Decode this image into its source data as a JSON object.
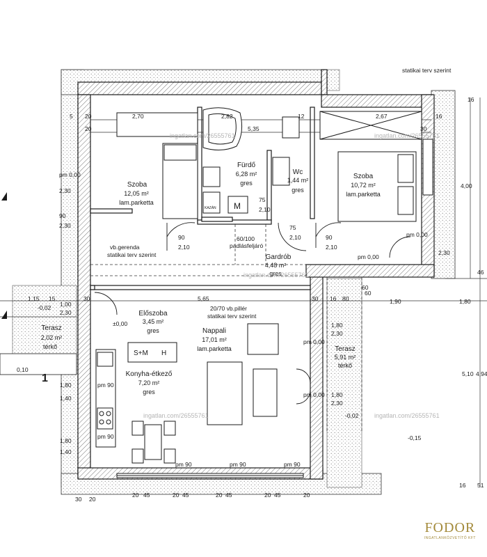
{
  "rooms": {
    "szoba_left": {
      "name": "Szoba",
      "area": "12,05 m²",
      "floor": "lam.parketta"
    },
    "furdo": {
      "name": "Fürdő",
      "area": "6,28 m²",
      "floor": "gres"
    },
    "wc": {
      "name": "Wc",
      "area": "1,44 m²",
      "floor": "gres"
    },
    "szoba_right": {
      "name": "Szoba",
      "area": "10,72 m²",
      "floor": "lam.parketta"
    },
    "gardrob": {
      "name": "Gardrób",
      "area": "4,48 m²",
      "floor": "gres"
    },
    "eloszoba": {
      "name": "Előszoba",
      "area": "3,45 m²",
      "floor": "gres"
    },
    "nappali": {
      "name": "Nappali",
      "area": "17,01 m²",
      "floor": "lam.parketta"
    },
    "konyha": {
      "name": "Konyha-étkező",
      "area": "7,20 m²",
      "floor": "gres"
    },
    "terasz_left": {
      "name": "Terasz",
      "area": "2,02 m²",
      "floor": "térkő"
    },
    "terasz_right": {
      "name": "Terasz",
      "area": "5,91 m²",
      "floor": "térkő"
    }
  },
  "notes": {
    "top_right": "statikai terv szerint",
    "gerenda_1": "vb.gerenda",
    "gerenda_2": "statikai terv szerint",
    "piller_1": "20/70 vb.pillér",
    "piller_2": "statikai terv szerint",
    "padlas": "60/100",
    "padlas_2": "padlásfeljáró",
    "heater": "KAZÁN",
    "m": "M",
    "sm": "S+M",
    "h": "H",
    "marker": "1"
  },
  "dimensions": {
    "d_270": "2,70",
    "d_282": "2,82",
    "d_12": "12",
    "d_267": "2,67",
    "d_16": "16",
    "d_535": "5,35",
    "d_5": "5",
    "d_20": "20",
    "d_30": "30",
    "d_20b": "20",
    "d_pm000_l": "pm 0,00",
    "d_230_l": "2,30",
    "d_90_l": "90",
    "d_230_l2": "2,30",
    "d_90_a": "90",
    "d_210_a": "2,10",
    "d_75": "75",
    "d_210_b": "2,10",
    "d_75b": "75",
    "d_210_c": "2,10",
    "d_90_b": "90",
    "d_210_d": "2,10",
    "d_pm000_r": "pm 0,00",
    "d_230_r": "2,30",
    "d_pm000_c": "pm 0,00",
    "d_400": "4,00",
    "d_565": "5,65",
    "d_115": "1,15",
    "d_15": "15",
    "d_002": "-0,02",
    "d_100": "1,00",
    "d_230_t": "2,30",
    "d_000": "±0,00",
    "d_30b": "30",
    "d_16b": "16",
    "d_80": "80",
    "d_190": "1,90",
    "d_180": "1,80",
    "d_60": "60",
    "d_30c": "30",
    "d_pm000_n1": "pm 0,00",
    "d_pm000_n2": "pm 0,00",
    "d_180b": "1,80",
    "d_230_n1": "2,30",
    "d_180c": "1,80",
    "d_230_n2": "2,30",
    "d_510": "5,10",
    "d_494": "4,94",
    "d_002b": "-0,02",
    "d_015": "-0,15",
    "d_010": "0,10",
    "d_pm90_1": "pm 90",
    "d_180_k": "1,80",
    "d_140_k": "1,40",
    "d_pm90_2": "pm 90",
    "d_180_k2": "1,80",
    "d_140_k2": "1,40",
    "d_pm90_b1": "pm 90",
    "d_pm90_b2": "pm 90",
    "d_pm90_b3": "pm 90",
    "d_20c": "20",
    "d_45": "45",
    "d_20d": "20",
    "d_45b": "45",
    "d_20e": "20",
    "d_45c": "45",
    "d_20f": "20",
    "d_45d": "45",
    "d_20g": "20",
    "d_30d": "30",
    "d_20h": "20",
    "d_46": "46",
    "d_16c": "16",
    "d_51": "51",
    "d_16d": "16",
    "d_60b": "60"
  },
  "watermarks": [
    "ingatlan.com/26555761",
    "ingatlan.com/26555761",
    "ingatlan.com/26555761",
    "ingatlan.com/26555761",
    "ingatlan.com/26555761"
  ],
  "logo": {
    "name": "FODOR",
    "sub": "INGATLANKÖZVETÍTŐ KFT"
  }
}
